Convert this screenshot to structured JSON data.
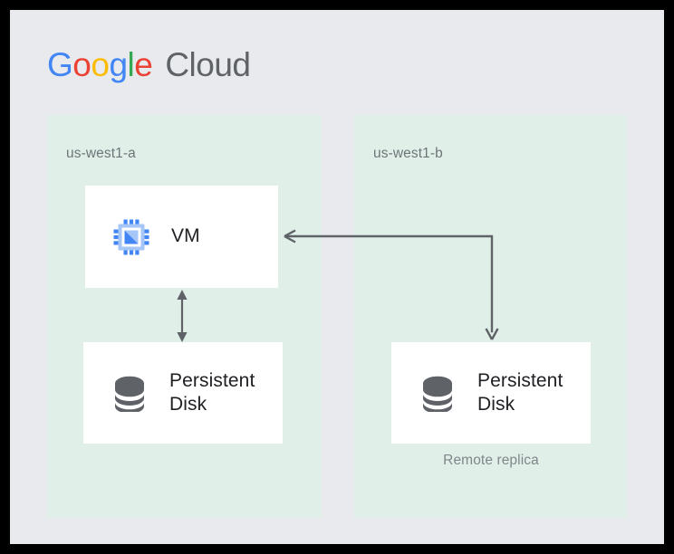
{
  "frame": {
    "background_color": "#e8eaed",
    "border_color": "#000000"
  },
  "logo": {
    "name": "google-cloud-logo",
    "google_letters": [
      {
        "char": "G",
        "color": "#4285f4"
      },
      {
        "char": "o",
        "color": "#ea4335"
      },
      {
        "char": "o",
        "color": "#fbbc05"
      },
      {
        "char": "g",
        "color": "#4285f4"
      },
      {
        "char": "l",
        "color": "#34a853"
      },
      {
        "char": "e",
        "color": "#ea4335"
      }
    ],
    "google_text": "Google",
    "cloud_text": "Cloud",
    "cloud_color": "#5f6368"
  },
  "zones": [
    {
      "id": "zone-left",
      "label": "us-west1-a",
      "background_color": "#e0f0e8"
    },
    {
      "id": "zone-right",
      "label": "us-west1-b",
      "background_color": "#e0f0e8"
    }
  ],
  "nodes": {
    "vm": {
      "label": "VM",
      "icon": "cpu-chip-icon",
      "icon_color": "#4285f4",
      "zone": "us-west1-a"
    },
    "disk_left": {
      "label": "Persistent Disk",
      "label_line1": "Persistent",
      "label_line2": "Disk",
      "icon": "database-disk-icon",
      "icon_color": "#5f6368",
      "zone": "us-west1-a"
    },
    "disk_right": {
      "label": "Persistent Disk",
      "label_line1": "Persistent",
      "label_line2": "Disk",
      "icon": "database-disk-icon",
      "icon_color": "#5f6368",
      "zone": "us-west1-b",
      "caption": "Remote replica"
    }
  },
  "connectors": [
    {
      "id": "vm-to-disk-local",
      "type": "bidirectional-vertical-arrow",
      "from": "vm",
      "to": "disk_left",
      "color": "#5f6368"
    },
    {
      "id": "replication-elbow",
      "type": "elbow-arrow-two-heads",
      "from": "vm",
      "to": "disk_right",
      "color": "#5f6368"
    }
  ]
}
